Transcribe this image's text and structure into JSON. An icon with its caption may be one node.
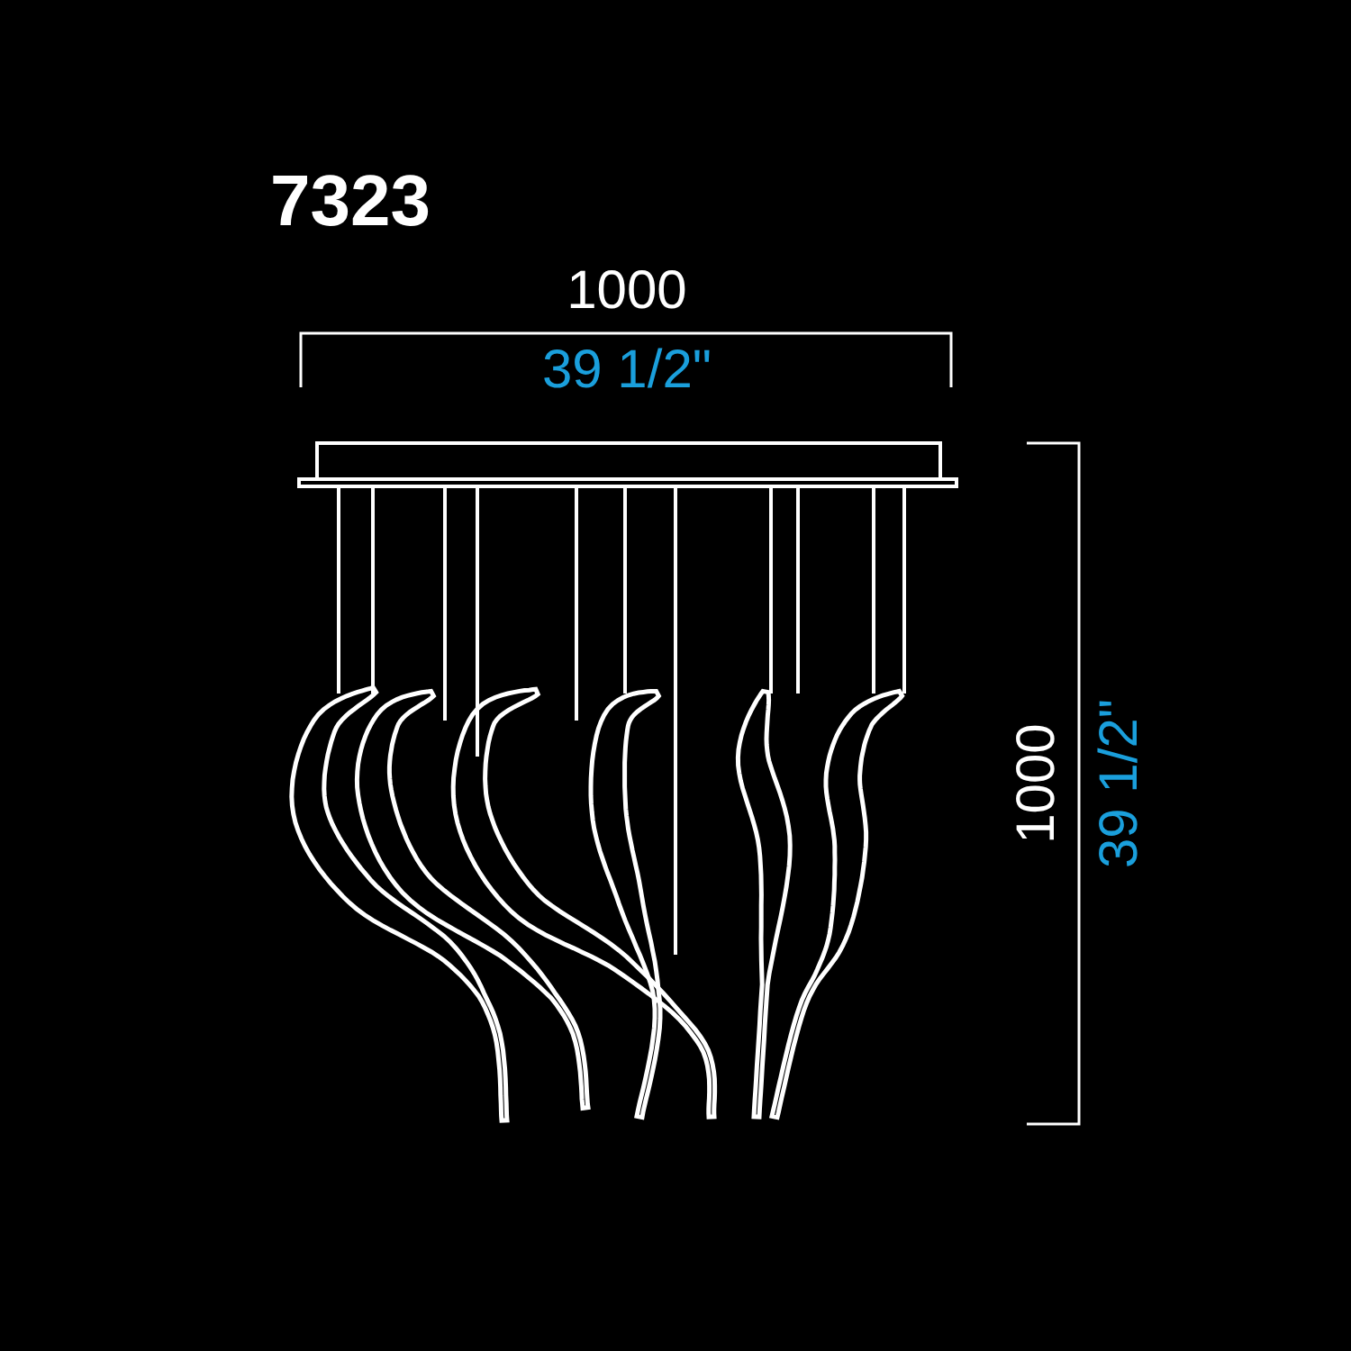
{
  "diagram": {
    "title": "7323",
    "labels": [
      "1000",
      "39 1/2\"",
      "1000",
      "39 1/2\""
    ]
  }
}
